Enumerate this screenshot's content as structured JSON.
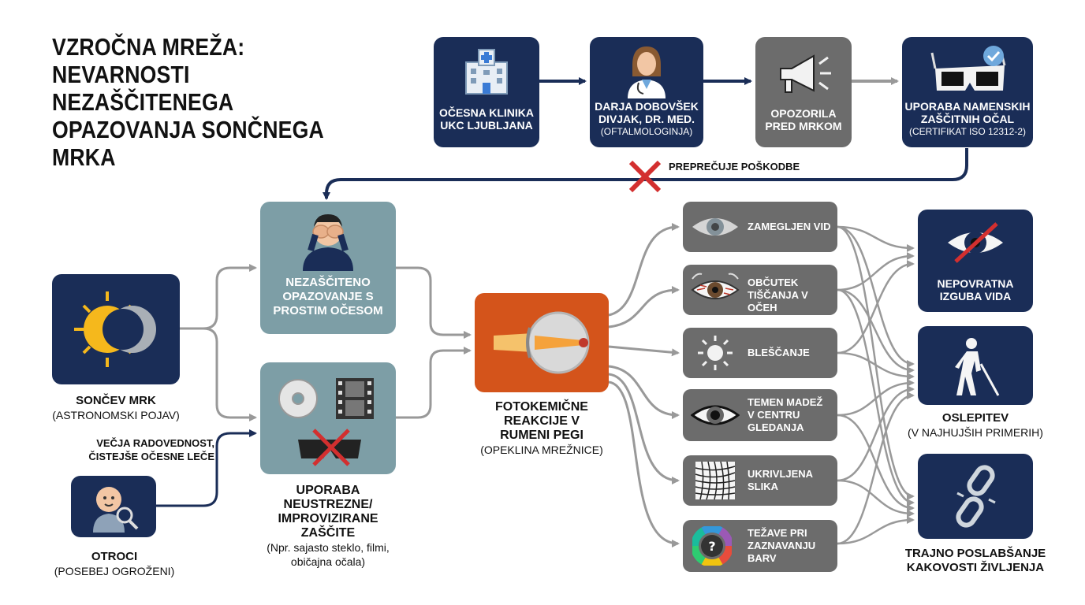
{
  "title": "VZROČNA MREŽA: NEVARNOSTI NEZAŠČITENEGA OPAZOVANJA SONČNEGA MRKA",
  "top_row": {
    "clinic": {
      "line1": "OČESNA KLINIKA",
      "line2": "UKC LJUBLJANA"
    },
    "doctor": {
      "line1": "DARJA DOBOVŠEK",
      "line2": "DIVJAK, DR. MED.",
      "line3": "(OFTALMOLOGINJA)"
    },
    "warnings": {
      "line1": "OPOZORILA",
      "line2": "PRED MRKOM"
    },
    "glasses": {
      "line1": "UPORABA NAMENSKIH",
      "line2": "ZAŠČITNIH OČAL",
      "line3": "(CERTIFIKAT ISO 12312-2)"
    }
  },
  "prevents_label": "PREPREČUJE POŠKODBE",
  "causes": {
    "eclipse": {
      "title": "SONČEV MRK",
      "sub": "(ASTRONOMSKI POJAV)"
    },
    "children": {
      "title": "OTROCI",
      "sub": "(POSEBEJ OGROŽENI)"
    },
    "children_note": {
      "line1": "VEČJA RADOVEDNOST,",
      "line2": "ČISTEJŠE OČESNE LEČE"
    }
  },
  "behaviors": {
    "naked_eye": {
      "line1": "NEZAŠČITENO",
      "line2": "OPAZOVANJE S",
      "line3": "PROSTIM OČESOM"
    },
    "improvised": {
      "line1": "UPORABA",
      "line2": "NEUSTREZNE/",
      "line3": "IMPROVIZIRANE",
      "line4": "ZAŠČITE",
      "sub1": "(Npr. sajasto steklo, filmi,",
      "sub2": "običajna očala)"
    }
  },
  "mechanism": {
    "line1": "FOTOKEMIČNE",
    "line2": "REAKCIJE V",
    "line3": "RUMENI PEGI",
    "sub": "(OPEKLINA MREŽNICE)"
  },
  "symptoms": [
    {
      "line1": "ZAMEGLJEN VID",
      "line2": "",
      "line3": "",
      "icon": "blurred-eye-icon"
    },
    {
      "line1": "OBČUTEK",
      "line2": "TIŠČANJA V OČEH",
      "line3": "",
      "icon": "irritated-eye-icon"
    },
    {
      "line1": "BLEŠČANJE",
      "line2": "",
      "line3": "",
      "icon": "glare-sun-icon"
    },
    {
      "line1": "TEMEN MADEŽ",
      "line2": "V CENTRU",
      "line3": "GLEDANJA",
      "icon": "dark-spot-eye-icon"
    },
    {
      "line1": "UKRIVLJENA",
      "line2": "SLIKA",
      "line3": "",
      "icon": "distorted-grid-icon"
    },
    {
      "line1": "TEŽAVE PRI",
      "line2": "ZAZNAVANJU",
      "line3": "BARV",
      "icon": "color-wheel-icon"
    }
  ],
  "outcomes": {
    "vision_loss": {
      "line1": "NEPOVRATNA",
      "line2": "IZGUBA VIDA"
    },
    "blindness": {
      "title": "OSLEPITEV",
      "sub": "(V NAJHUJŠIH PRIMERIH)"
    },
    "quality": {
      "line1": "TRAJNO POSLABŠANJE",
      "line2": "KAKOVOSTI ŽIVLJENJA"
    }
  },
  "colors": {
    "navy": "#1a2d57",
    "grey": "#6c6c6c",
    "teal": "#7d9ea6",
    "orange": "#d4541b",
    "red_cross": "#d32f2f",
    "connector": "#999999"
  }
}
